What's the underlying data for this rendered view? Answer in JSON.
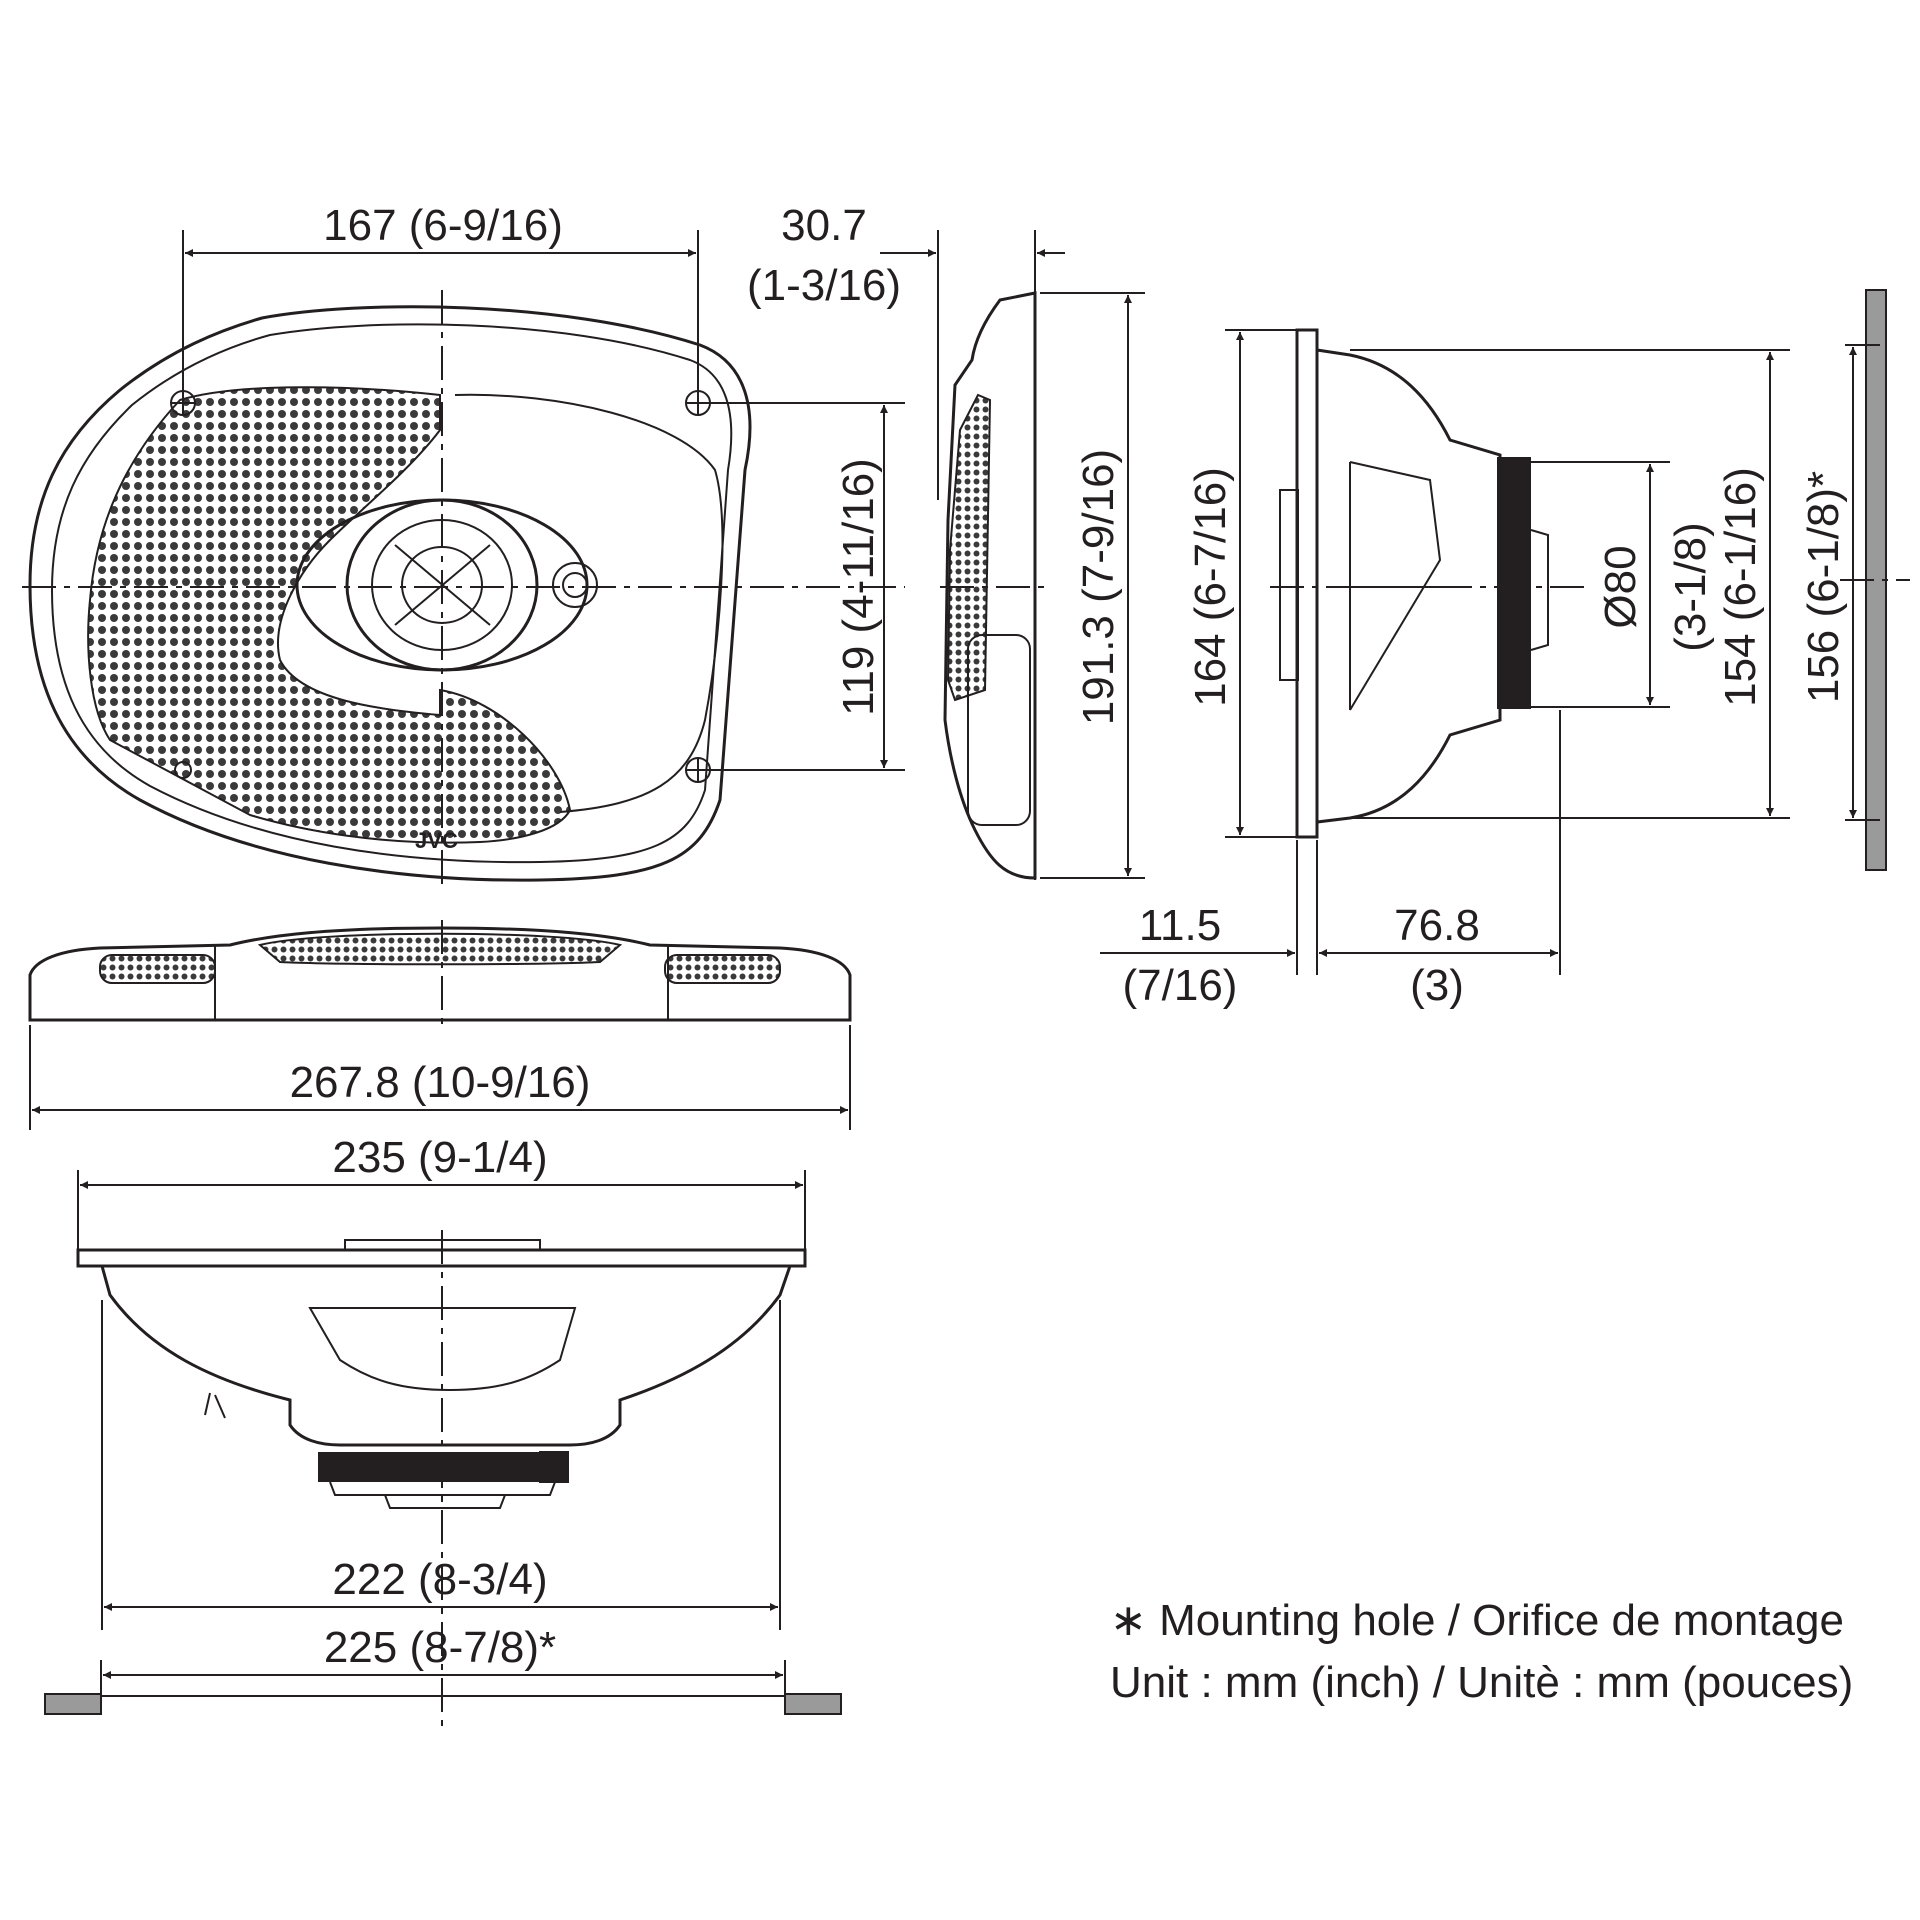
{
  "brand": "JVC",
  "dimensions": {
    "top_hole_spacing": "167 (6-9/16)",
    "frame_depth_mm": "30.7",
    "frame_depth_in": "(1-3/16)",
    "vertical_hole_spacing": "119 (4-11/16)",
    "frame_height": "191.3 (7-9/16)",
    "side_height": "164 (6-7/16)",
    "magnet_dia_mm": "Ø80",
    "magnet_dia_in": "(3-1/8)",
    "basket_height": "154 (6-1/16)",
    "mount_height": "156 (6-1/8)*",
    "flange_depth_mm": "11.5",
    "flange_depth_in": "(7/16)",
    "mount_depth_mm": "76.8",
    "mount_depth_in": "(3)",
    "overall_width": "267.8 (10-9/16)",
    "flange_width": "235 (9-1/4)",
    "basket_width": "222 (8-3/4)",
    "mount_width": "225 (8-7/8)*"
  },
  "notes": {
    "mounting_hole": "∗ Mounting hole / Orifice de montage",
    "unit": "Unit : mm (inch) / Unitè : mm (pouces)"
  }
}
